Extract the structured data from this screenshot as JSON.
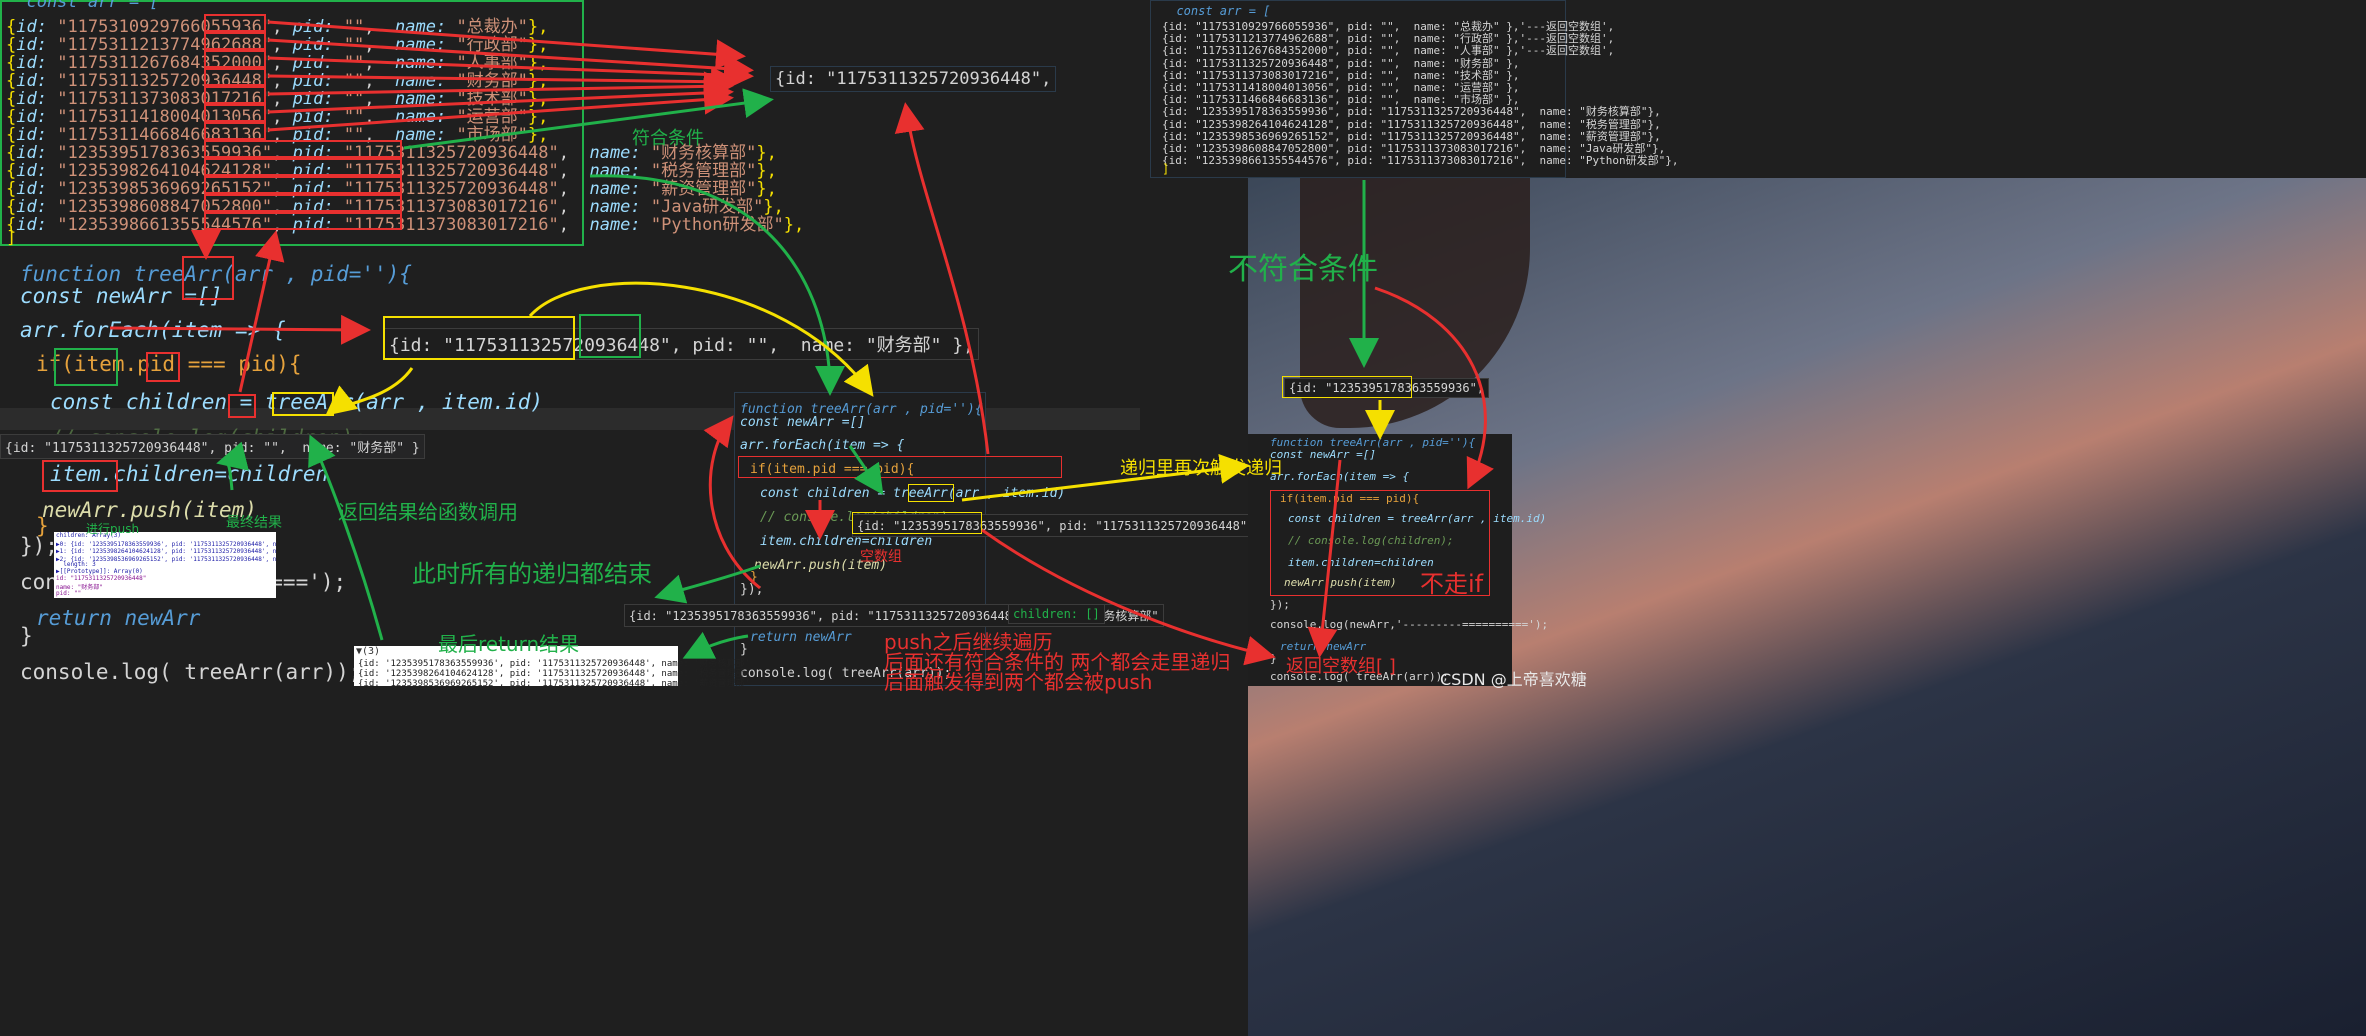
{
  "left_array": {
    "open": "  const arr = [",
    "rows": [
      {
        "id": "1175310929766055936",
        "pid": "",
        "name": "总裁办"
      },
      {
        "id": "1175311213774962688",
        "pid": "",
        "name": "行政部"
      },
      {
        "id": "1175311267684352000",
        "pid": "",
        "name": "人事部"
      },
      {
        "id": "1175311325720936448",
        "pid": "",
        "name": "财务部"
      },
      {
        "id": "1175311373083017216",
        "pid": "",
        "name": "技术部"
      },
      {
        "id": "1175311418004013056",
        "pid": "",
        "name": "运营部"
      },
      {
        "id": "1175311466846683136",
        "pid": "",
        "name": "市场部"
      },
      {
        "id": "1235395178363559936",
        "pid": "1175311325720936448",
        "name": "财务核算部"
      },
      {
        "id": "1235398264104624128",
        "pid": "1175311325720936448",
        "name": "税务管理部"
      },
      {
        "id": "1235398536969265152",
        "pid": "1175311325720936448",
        "name": "薪资管理部"
      },
      {
        "id": "1235398608847052800",
        "pid": "1175311373083017216",
        "name": "Java研发部"
      },
      {
        "id": "1235398661355544576",
        "pid": "1175311373083017216",
        "name": "Python研发部"
      }
    ],
    "close": "]"
  },
  "main_code": {
    "l1": "function treeArr(arr , pid=''){",
    "l2": "const newArr =[]",
    "l3": "arr.forEach(item => {",
    "l4": "if(item.pid === pid){",
    "l5": "const children = treeArr(arr , item.id)",
    "l6": "// console.log(children);",
    "l7": "item.children=children",
    "l8": "newArr.push(item)",
    "l9": "}",
    "l10": "});",
    "l11a": "conso",
    "l11b": "=====');",
    "l12": "return newArr",
    "l13": "}",
    "l14": "console.log( treeArr(arr));"
  },
  "snippets": {
    "top_center": "{id: \"1175311325720936448\",",
    "mid_center": "{id: \"1175311325720936448\", pid: \"\",  name: \"财务部\" },",
    "left_mid": "{id: \"1175311325720936448\", pid: \"\",  name: \"财务部\" }",
    "bottom_center": "{id: \"1235395178363559936\", pid: \"1175311325720936448\",  name: \"财务核算部\"",
    "bottom_center_children": "children: []",
    "mid_code_chip": "{id: \"1235395178363559936\", pid: \"1175311325720936448\",  name: \"财务核算部\"},",
    "right_chip": "{id: \"1235395178363559936\","
  },
  "console_mini": {
    "lines": [
      "children: Array(3)",
      "▶0: {id: '1235395178363559936', pid: '1175311325720936448', name: '财务核算",
      "▶1: {id: '1235398264104624128', pid: '1175311325720936448', name: '税务管理",
      "▶2: {id: '1235398536969265152', pid: '1175311325720936448', name: '薪资管理",
      "  length: 3",
      "▶[[Prototype]]: Array(0)",
      "id: \"1175311325720936448\"",
      "name: \"财务部\"",
      "pid: \"\""
    ]
  },
  "bottom_console": {
    "header": "▼(3) ",
    "lines": [
      "{id: '1235395178363559936', pid: '1175311325720936448', name: '财务核算部'",
      "{id: '1235398264104624128', pid: '1175311325720936448', name: '税务管理部'",
      "{id: '1235398536969265152', pid: '1175311325720936448', name: '薪资管理部'"
    ]
  },
  "right_array": {
    "open": "  const arr = [",
    "rows": [
      "{id: \"1175310929766055936\", pid: \"\",  name: \"总裁办\" },'---返回空数组',",
      "{id: \"1175311213774962688\", pid: \"\",  name: \"行政部\" },'---返回空数组',",
      "{id: \"1175311267684352000\", pid: \"\",  name: \"人事部\" },'---返回空数组',",
      "{id: \"1175311325720936448\", pid: \"\",  name: \"财务部\" },",
      "{id: \"1175311373083017216\", pid: \"\",  name: \"技术部\" },",
      "{id: \"1175311418004013056\", pid: \"\",  name: \"运营部\" },",
      "{id: \"1175311466846683136\", pid: \"\",  name: \"市场部\" },",
      "{id: \"1235395178363559936\", pid: \"1175311325720936448\",  name: \"财务核算部\"},",
      "{id: \"1235398264104624128\", pid: \"1175311325720936448\",  name: \"税务管理部\"},",
      "{id: \"1235398536969265152\", pid: \"1175311325720936448\",  name: \"薪资管理部\"},",
      "{id: \"1235398608847052800\", pid: \"1175311373083017216\",  name: \"Java研发部\"},",
      "{id: \"1235398661355544576\", pid: \"1175311373083017216\",  name: \"Python研发部\"},"
    ],
    "close": "]"
  },
  "small_code": {
    "l1": "function treeArr(arr , pid=''){",
    "l2": "const newArr =[]",
    "l3": "arr.forEach(item => {",
    "l4": "if(item.pid === pid){",
    "l5": "const children = treeArr(arr , item.id)",
    "l6": "// console.log(children);",
    "l7": "item.children=children",
    "l8": "newArr.push(item)",
    "l9": "}",
    "l10": "});",
    "l11": "return newArr",
    "l12": "}",
    "l13": "console.log( treeArr(arr));"
  },
  "right_code": {
    "l1": "function treeArr(arr , pid=''){",
    "l2": "const newArr =[]",
    "l3": "arr.forEach(item => {",
    "l4": "if(item.pid === pid){",
    "l5": "const children = treeArr(arr , item.id)",
    "l6": "// console.log(children);",
    "l7": "item.children=children",
    "l8": "newArr.push(item)",
    "l9": "});",
    "l10": "console.log(newArr,'---------==========');",
    "l11": "return newArr",
    "l12": "}",
    "l13": "console.log( treeArr(arr));"
  },
  "annotations": {
    "match": "符合条件",
    "return_to_caller": "返回结果给函数调用",
    "push": "进行push",
    "final_result": "最终结果",
    "all_done": "此时所有的递归都结束",
    "last_return": "最后return结果",
    "empty_arr": "空数组",
    "push_note_1": "push之后继续遍历",
    "push_note_2": "后面还有符合条件的 两个都会走里递归",
    "push_note_3": "后面触发得到两个都会被push",
    "recursion_again": "递归里再次触发递归",
    "not_match": "不符合条件",
    "skip_if": "不走if",
    "return_empty": "返回空数组[ ]",
    "watermark": "CSDN @上帝喜欢糖"
  },
  "colors": {
    "red": "#e8302f",
    "green": "#21b14a",
    "yellow": "#f5e000",
    "blue_kw": "#569cd6"
  }
}
